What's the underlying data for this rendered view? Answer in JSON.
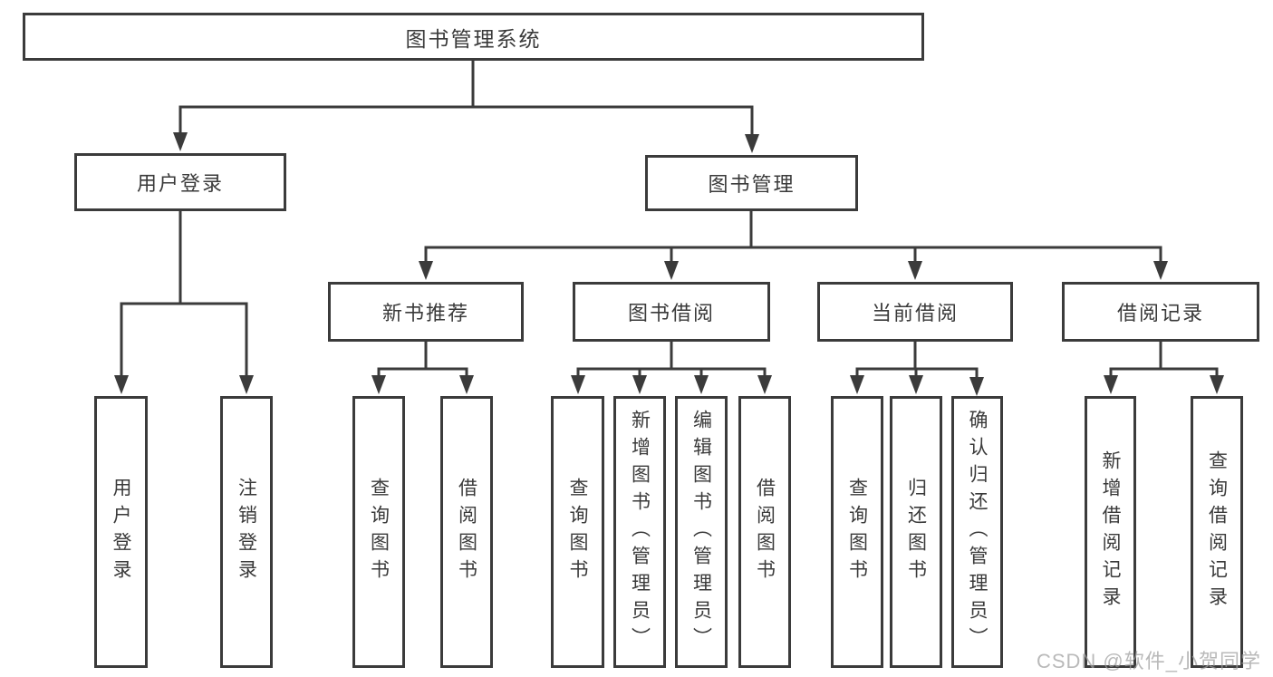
{
  "colors": {
    "line": "#3b3b3b",
    "text": "#3a3a3a",
    "watermark": "#b5b5b5",
    "background": "#ffffff"
  },
  "watermark": "CSDN @软件_小贺同学",
  "tree": {
    "root": {
      "label": "图书管理系统"
    },
    "level2": [
      {
        "id": "user-login",
        "label": "用户登录"
      },
      {
        "id": "book-management",
        "label": "图书管理"
      }
    ],
    "level3": [
      {
        "id": "new-book-recommendation",
        "parent": "图书管理",
        "label": "新书推荐"
      },
      {
        "id": "book-borrowing",
        "parent": "图书管理",
        "label": "图书借阅"
      },
      {
        "id": "current-borrowing",
        "parent": "图书管理",
        "label": "当前借阅"
      },
      {
        "id": "borrowing-records",
        "parent": "图书管理",
        "label": "借阅记录"
      }
    ],
    "leaves": [
      {
        "parent": "用户登录",
        "label": "用户登录"
      },
      {
        "parent": "用户登录",
        "label": "注销登录"
      },
      {
        "parent": "新书推荐",
        "label": "查询图书"
      },
      {
        "parent": "新书推荐",
        "label": "借阅图书"
      },
      {
        "parent": "图书借阅",
        "label": "查询图书"
      },
      {
        "parent": "图书借阅",
        "label": "新增图书（管理员）"
      },
      {
        "parent": "图书借阅",
        "label": "编辑图书（管理员）"
      },
      {
        "parent": "图书借阅",
        "label": "借阅图书"
      },
      {
        "parent": "当前借阅",
        "label": "查询图书"
      },
      {
        "parent": "当前借阅",
        "label": "归还图书"
      },
      {
        "parent": "当前借阅",
        "label": "确认归还（管理员）"
      },
      {
        "parent": "借阅记录",
        "label": "新增借阅记录"
      },
      {
        "parent": "借阅记录",
        "label": "查询借阅记录"
      }
    ]
  }
}
